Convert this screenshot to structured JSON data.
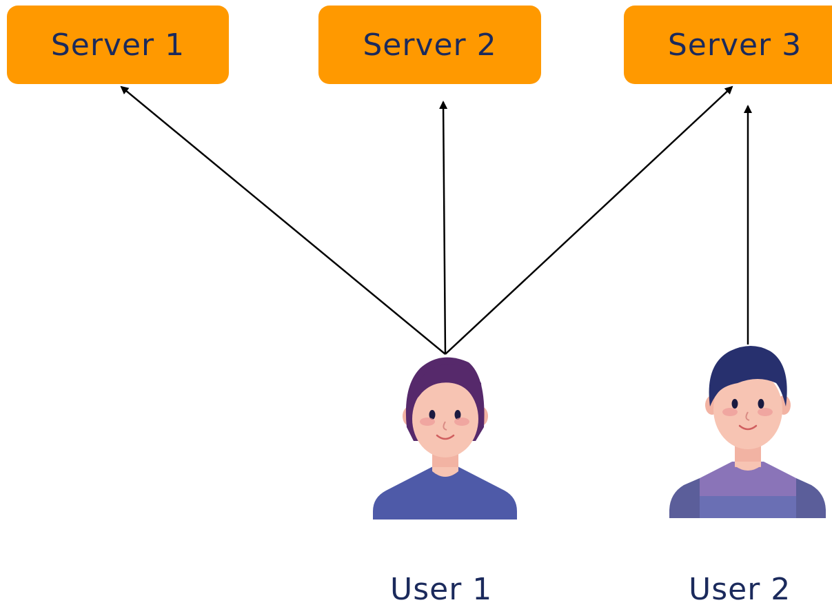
{
  "colors": {
    "server_fill": "#ff9900",
    "label_text": "#1b2a5c",
    "arrow": "#000000",
    "skin": "#f7c4b3",
    "user1_hair": "#56296b",
    "user1_shirt": "#4e5aa8",
    "user2_hair": "#27306e",
    "user2_shirt_front": "#8a74b8",
    "user2_shirt_side": "#5b5e9a"
  },
  "servers": [
    {
      "label": "Server 1",
      "icon": "server-box"
    },
    {
      "label": "Server 2",
      "icon": "server-box"
    },
    {
      "label": "Server 3",
      "icon": "server-box"
    }
  ],
  "users": [
    {
      "label": "User 1",
      "icon": "person-avatar"
    },
    {
      "label": "User 2",
      "icon": "person-avatar"
    }
  ],
  "connections": [
    {
      "from": "User 1",
      "to": "Server 1"
    },
    {
      "from": "User 1",
      "to": "Server 2"
    },
    {
      "from": "User 1",
      "to": "Server 3"
    },
    {
      "from": "User 2",
      "to": "Server 3"
    }
  ]
}
